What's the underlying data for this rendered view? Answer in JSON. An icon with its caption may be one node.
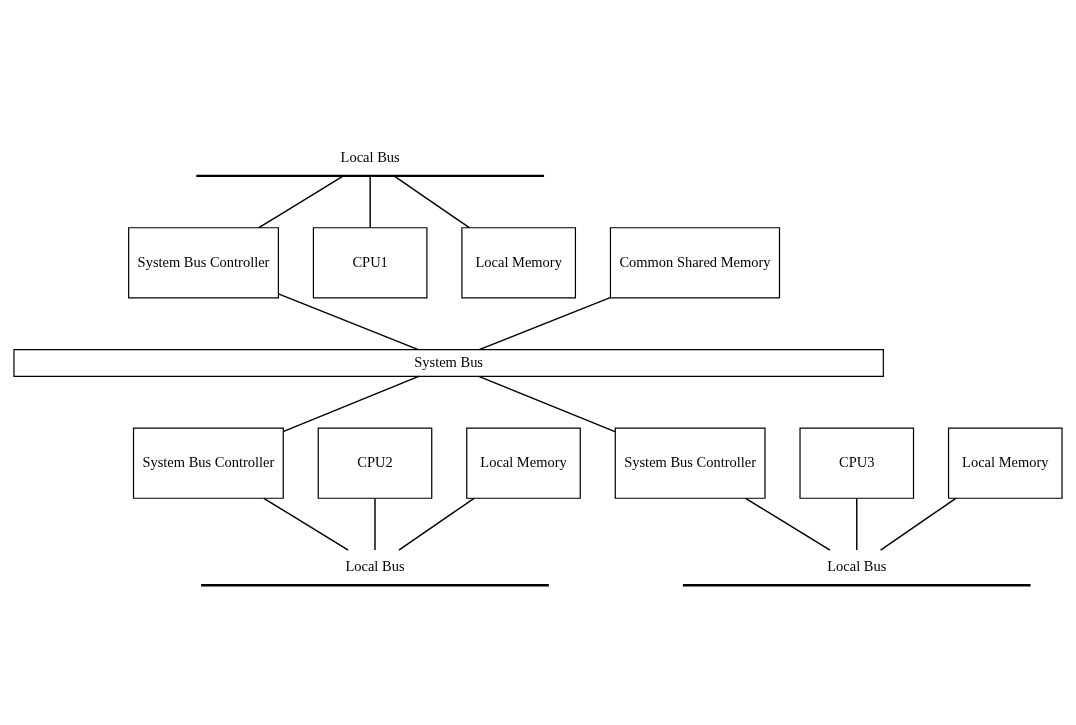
{
  "diagram": {
    "nodes": [
      {
        "text": [
          "Local Bus"
        ]
      },
      {
        "text": [
          "Common Shared Memory"
        ]
      },
      {
        "text": [
          "System Bus Controller"
        ]
      },
      {
        "text": [
          "CPU1"
        ]
      },
      {
        "text": [
          "Local Memory"
        ]
      },
      {
        "text": [
          "System Bus"
        ]
      },
      {
        "text": [
          "System Bus Controller"
        ]
      },
      {
        "text": [
          "CPU2"
        ]
      },
      {
        "text": [
          "Local Memory"
        ]
      },
      {
        "text": [
          "System Bus Controller"
        ]
      },
      {
        "text": [
          "CPU3"
        ]
      },
      {
        "text": [
          "Local Memory"
        ]
      },
      {
        "text": [
          "Local Bus"
        ]
      },
      {
        "text": [
          "Local Bus"
        ]
      }
    ],
    "edges": [
      {
        "from": 0,
        "to": 2,
        "arrow": "none"
      },
      {
        "from": 0,
        "to": 3,
        "arrow": "none"
      },
      {
        "from": 0,
        "to": 4,
        "arrow": "none"
      },
      {
        "from": 1,
        "to": 5,
        "arrow": "none"
      },
      {
        "from": 2,
        "to": 5,
        "arrow": "none"
      },
      {
        "from": 5,
        "to": 6,
        "arrow": "none"
      },
      {
        "from": 5,
        "to": 9,
        "arrow": "none"
      },
      {
        "from": 6,
        "to": 12,
        "arrow": "none"
      },
      {
        "from": 7,
        "to": 12,
        "arrow": "none"
      },
      {
        "from": 8,
        "to": 12,
        "arrow": "none"
      },
      {
        "from": 9,
        "to": 13,
        "arrow": "none"
      },
      {
        "from": 10,
        "to": 13,
        "arrow": "none"
      },
      {
        "from": 11,
        "to": 13,
        "arrow": "none"
      }
    ]
  }
}
